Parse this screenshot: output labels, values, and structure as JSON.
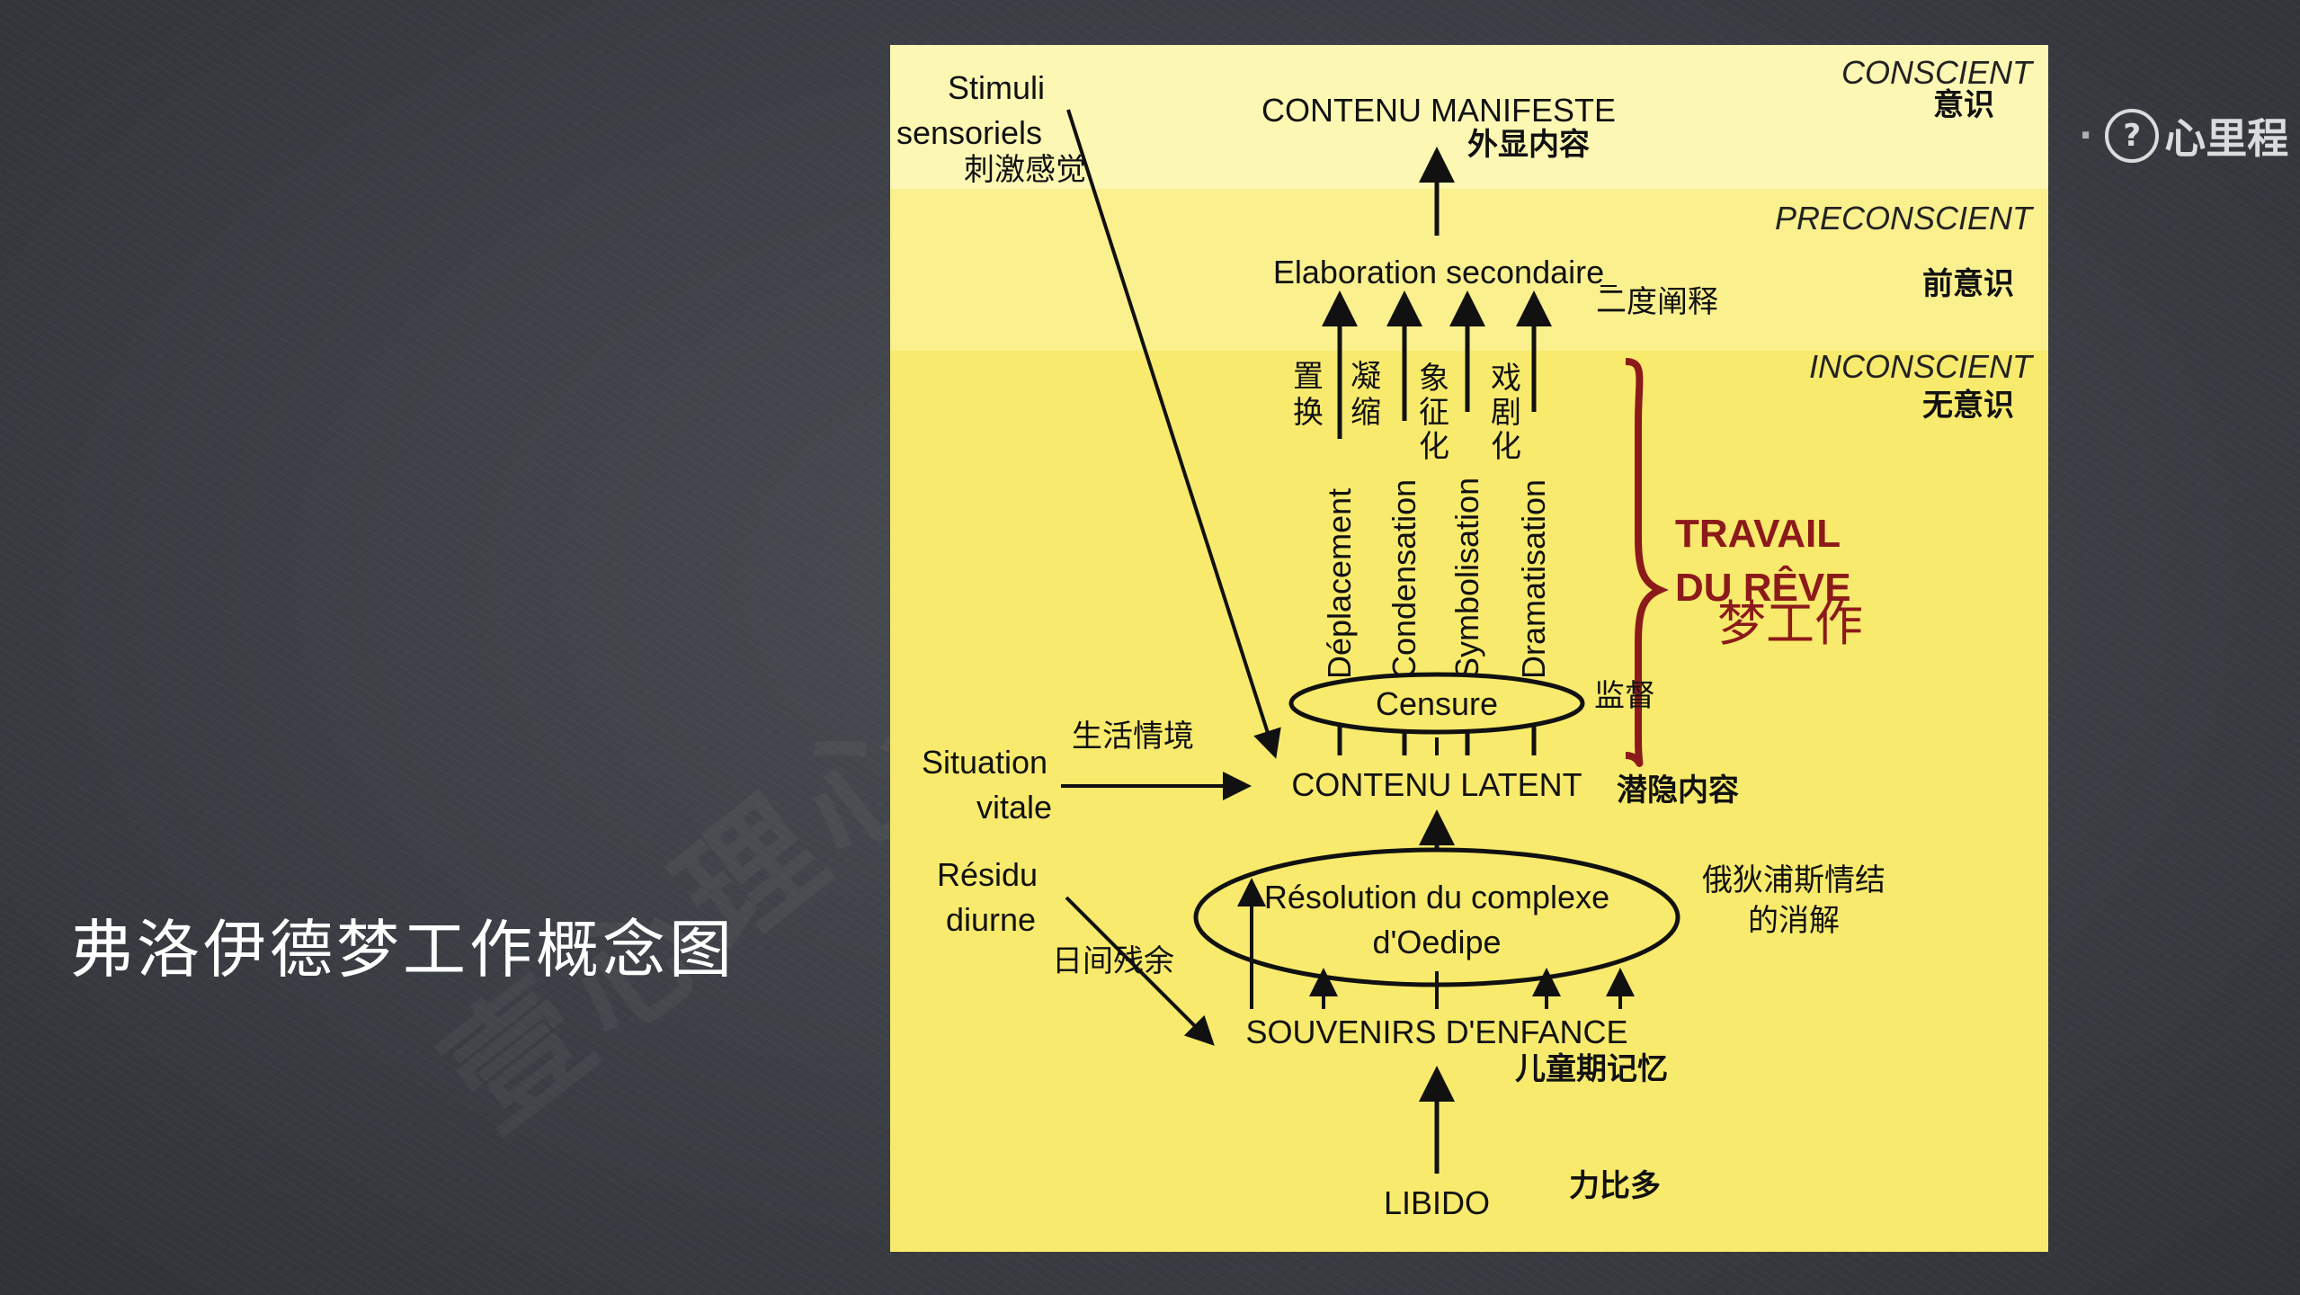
{
  "page": {
    "title": "弗洛伊德梦工作概念图",
    "watermark": "壹心理心",
    "brand": {
      "separator": "·",
      "mark": "?",
      "name": "心里程"
    }
  },
  "colors": {
    "zone_conscient": "#fcf7b3",
    "zone_preconscient": "#faf08e",
    "zone_inconscient": "#f8ea6c",
    "brace": "#8b1a1a",
    "travail_text": "#8b1a1a"
  },
  "diagram": {
    "zones": {
      "conscient": {
        "fr": "CONSCIENT",
        "zh": "意识"
      },
      "preconscient": {
        "fr": "PRECONSCIENT",
        "zh": "前意识"
      },
      "inconscient": {
        "fr": "INCONSCIENT",
        "zh": "无意识"
      }
    },
    "contenu_manifeste": {
      "fr": "CONTENU MANIFESTE",
      "zh": "外显内容"
    },
    "elaboration": {
      "fr": "Elaboration secondaire",
      "zh": "二度阐释"
    },
    "stimuli": {
      "fr_line1": "Stimuli",
      "fr_line2": "sensoriels",
      "zh": "刺激感觉"
    },
    "mechanisms": [
      {
        "fr": "Déplacement",
        "zh_1": "置",
        "zh_2": "换",
        "zh_3": ""
      },
      {
        "fr": "Condensation",
        "zh_1": "凝",
        "zh_2": "缩",
        "zh_3": ""
      },
      {
        "fr": "Symbolisation",
        "zh_1": "象",
        "zh_2": "征",
        "zh_3": "化"
      },
      {
        "fr": "Dramatisation",
        "zh_1": "戏",
        "zh_2": "剧",
        "zh_3": "化"
      }
    ],
    "travail": {
      "fr_line1": "TRAVAIL",
      "fr_line2": "DU RÊVE",
      "zh": "梦工作"
    },
    "censure": {
      "fr": "Censure",
      "zh": "监督"
    },
    "situation": {
      "fr_line1": "Situation",
      "fr_line2": "vitale",
      "zh": "生活情境"
    },
    "contenu_latent": {
      "fr": "CONTENU LATENT",
      "zh": "潜隐内容"
    },
    "residu": {
      "fr_line1": "Résidu",
      "fr_line2": "diurne",
      "zh": "日间残余"
    },
    "oedipe": {
      "fr_line1": "Résolution du complexe",
      "fr_line2": "d'Oedipe",
      "zh_line1": "俄狄浦斯情结",
      "zh_line2": "的消解"
    },
    "souvenirs": {
      "fr": "SOUVENIRS D'ENFANCE",
      "zh": "儿童期记忆"
    },
    "libido": {
      "fr": "LIBIDO",
      "zh": "力比多"
    }
  }
}
